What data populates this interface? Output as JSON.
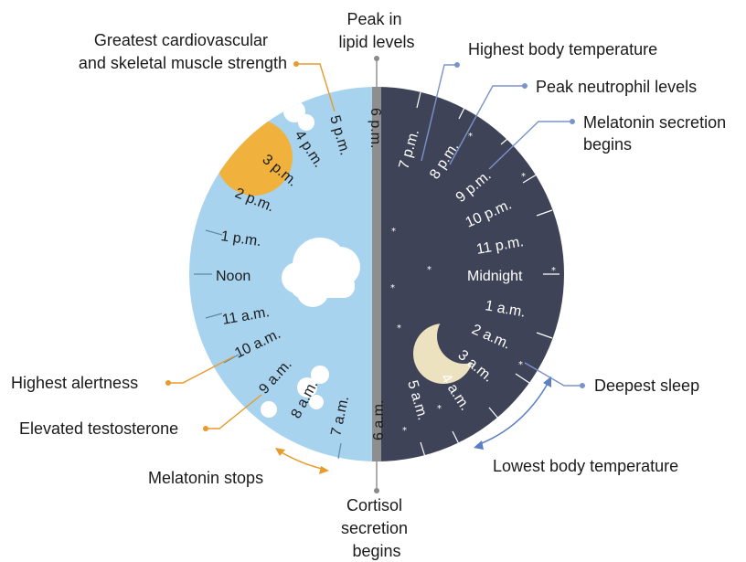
{
  "annotations": {
    "lipid": [
      "Peak in",
      "lipid levels"
    ],
    "strength": [
      "Greatest cardiovascular",
      "and skeletal muscle strength"
    ],
    "temperature": "Highest body temperature",
    "neutrophil": "Peak neutrophil levels",
    "melatonin_begins": [
      "Melatonin secretion",
      "begins"
    ],
    "alertness": "Highest alertness",
    "testosterone": "Elevated testosterone",
    "melatonin_stops": "Melatonin stops",
    "cortisol": [
      "Cortisol",
      "secretion",
      "begins"
    ],
    "deepest_sleep": "Deepest sleep",
    "lowest_temp": "Lowest body temperature"
  },
  "hours": {
    "six_pm": "6 p.m.",
    "five_pm": "5 p.m.",
    "four_pm": "4 p.m.",
    "three_pm": "3 p.m.",
    "two_pm": "2 p.m.",
    "one_pm": "1 p.m.",
    "noon": "Noon",
    "eleven_am": "11 a.m.",
    "ten_am": "10 a.m.",
    "nine_am": "9 a.m.",
    "eight_am": "8 a.m.",
    "seven_am": "7 a.m.",
    "six_am": "6 a.m.",
    "seven_pm": "7 p.m.",
    "eight_pm": "8 p.m.",
    "nine_pm": "9 p.m.",
    "ten_pm": "10 p.m.",
    "eleven_pm": "11 p.m.",
    "midnight": "Midnight",
    "one_am": "1 a.m.",
    "two_am": "2 a.m.",
    "three_am": "3 a.m.",
    "four_am": "4 a.m.",
    "five_am": "5 a.m."
  },
  "colors": {
    "day": "#a8d3ef",
    "night": "#3f4358",
    "sun": "#f0b23c",
    "moon": "#ece2c0",
    "divider": "#8e8e8e",
    "lead_orange": "#e89a2a",
    "lead_blue": "#7b93c9"
  }
}
